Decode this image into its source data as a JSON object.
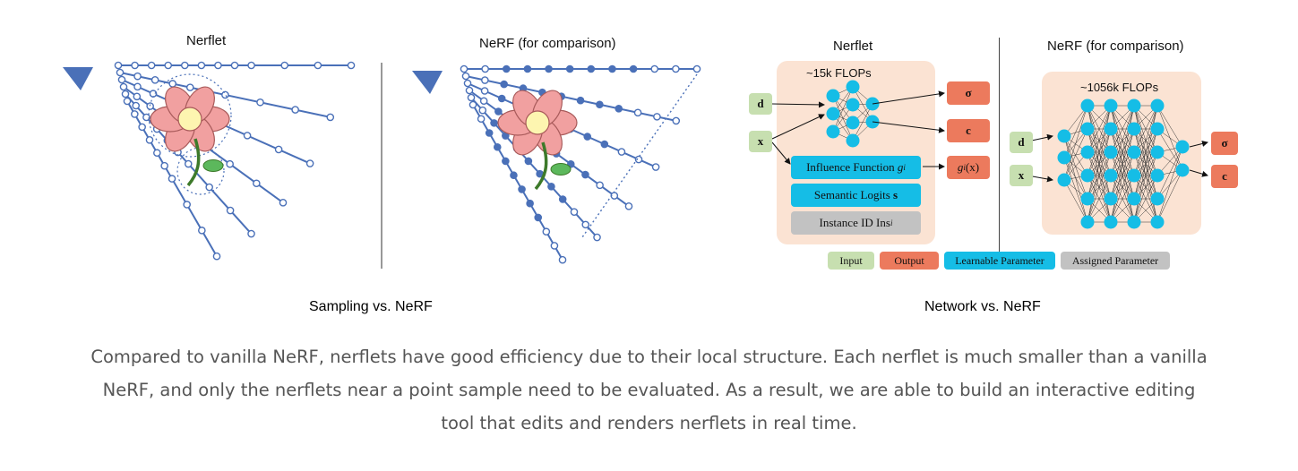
{
  "sampling": {
    "nerflet_title": "Nerflet",
    "nerf_title": "NeRF (for comparison)",
    "caption": "Sampling vs. NeRF"
  },
  "network": {
    "nerflet_title": "Nerflet",
    "nerf_title": "NeRF (for comparison)",
    "nerflet_flops": "~15k FLOPs",
    "nerf_flops": "~1056k FLOPs",
    "inputs": {
      "d": "d",
      "x": "x"
    },
    "outputs": {
      "sigma": "σ",
      "c": "c"
    },
    "influence": {
      "label": "Influence Function",
      "symbol": "g",
      "sub": "i"
    },
    "influence_out": {
      "symbol": "g",
      "sub": "i",
      "arg": "(x)"
    },
    "semantic": {
      "label": "Semantic Logits",
      "bold": "s"
    },
    "instance": {
      "label": "Instance ID Ins",
      "sub": "i"
    },
    "legend": {
      "input": "Input",
      "output": "Output",
      "learnable": "Learnable Parameter",
      "assigned": "Assigned Parameter"
    },
    "caption": "Network vs. NeRF"
  },
  "description": {
    "lines": [
      "Compared to vanilla NeRF, nerflets have good efficiency due to their local structure. Each nerflet is much smaller than a vanilla",
      "NeRF, and only the nerflets near a point sample need to be evaluated. As a result, we are able to build an interactive editing",
      "tool that edits and renders nerflets in real time."
    ]
  },
  "colors": {
    "ray": "#4a70b8",
    "panel": "#fbe3d3",
    "input": "#c7dfb0",
    "output": "#ec7a5d",
    "learnable": "#15bde6",
    "assigned": "#c2c2c2",
    "petal": "#f1a0a0",
    "center": "#fdf5b0",
    "leaf": "#5cb85c",
    "stem": "#3d7a2a"
  }
}
